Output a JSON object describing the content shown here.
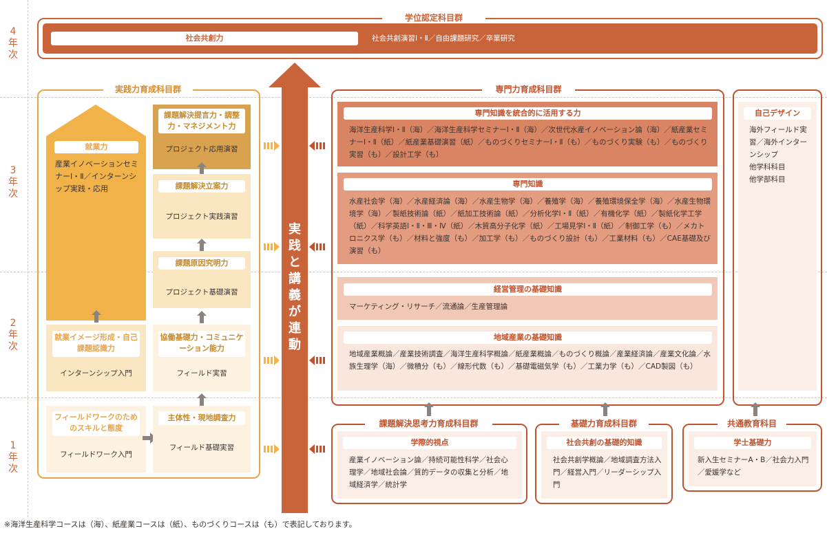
{
  "years": {
    "y4": "4\n年\n次",
    "y3": "3\n年\n次",
    "y2": "2\n年\n次",
    "y1": "1\n年\n次"
  },
  "gakui": {
    "title": "学位認定科目群",
    "pill": "社会共創力",
    "text": "社会共創演習Ⅰ・Ⅱ／自由課題研究／卒業研究"
  },
  "jissen": {
    "title": "実践力育成科目群",
    "shugyo_title": "就業力",
    "shugyo_text": "産業イノベーションセミナーⅠ・Ⅱ／インターンシップ実践・応用",
    "image_title": "就業イメージ形成・自己課題認識力",
    "image_text": "インターンシップ入門",
    "field_title": "フィールドワークのためのスキルと態度",
    "field_text": "フィールドワーク入門",
    "teigen_title": "課題解決提言力・調整力・マネジメント力",
    "teigen_text": "プロジェクト応用演習",
    "ritsuan_title": "課題解決立案力",
    "ritsuan_text": "プロジェクト実践演習",
    "genin_title": "課題原因究明力",
    "genin_text": "プロジェクト基礎演習",
    "kyodo_title": "協働基礎力・コミュニケーション能力",
    "kyodo_text": "フィールド実習",
    "shutai_title": "主体性・現地調査力",
    "shutai_text": "フィールド基礎実習"
  },
  "center_arrow": "実践と講義が連動",
  "senmon": {
    "title": "専門力育成科目群",
    "togo_title": "専門知識を統合的に活用する力",
    "togo_text": "海洋生産科学Ⅰ・Ⅱ（海）／海洋生産科学セミナーⅠ・Ⅱ（海）／次世代水産イノベーション論（海）／紙産業セミナーⅠ・Ⅱ（紙）／紙産業基礎演習（紙）／ものづくりセミナーⅠ・Ⅱ（も）／ものづくり実験（も）／ものづくり実習（も）／設計工学（も）",
    "chishiki_title": "専門知識",
    "chishiki_text": "水産社会学（海）／水産経済論（海）／水産生物学（海）／養殖学（海）／養殖環境保全学（海）／水産生物環境学（海）／製紙技術論（紙）／紙加工技術論（紙）／分析化学Ⅰ・Ⅱ（紙）／有機化学（紙）／製紙化学工学（紙）／科学英語Ⅰ・Ⅱ・Ⅲ・Ⅳ（紙）／木質高分子化学（紙）／工場見学Ⅰ・Ⅱ（紙）／制御工学（も）／メカトロニクス学（も）／材料と強度（も）／加工学（も）／ものづくり設計（も）／工業材料（も）／CAE基礎及び演習（も）",
    "keiei_title": "経営管理の基礎知識",
    "keiei_text": "マーケティング・リサーチ／流通論／生産管理論",
    "chiiki_title": "地域産業の基礎知識",
    "chiiki_text": "地域産業概論／産業技術調査／海洋生産科学概論／紙産業概論／ものづくり概論／産業経済論／産業文化論／水族生理学（海）／微積分（も）／線形代数（も）／基礎電磁気学（も）／工業力学（も）／CAD製図（も）"
  },
  "jiko": {
    "title": "自己デザイン",
    "text": "海外フィールド実習／海外インターンシップ\n他学科科目\n他学部科目"
  },
  "kadai": {
    "title": "課題解決思考力育成科目群",
    "pill": "学際的視点",
    "text": "産業イノベーション論／持続可能性科学／社会心理学／地域社会論／質的データの収集と分析／地域経済学／統計学"
  },
  "kiso": {
    "title": "基礎力育成科目群",
    "pill": "社会共創の基礎的知識",
    "text": "社会共創学概論／地域調査方法入門／経営入門／リーダーシップ入門"
  },
  "kyotsu": {
    "title": "共通教育科目",
    "pill": "学士基礎力",
    "text": "新入生セミナーA・B／社会力入門／愛媛学など"
  },
  "footnote": "※海洋生産科学コースは（海）、紙産業コースは（紙）、ものづくりコースは（も）で表記しております。",
  "colors": {
    "orange_dark": "#c9643a",
    "orange_frame": "#e8a44a",
    "red_frame": "#c0532e",
    "gold": "#f2b24a",
    "tan": "#d9a24e"
  }
}
